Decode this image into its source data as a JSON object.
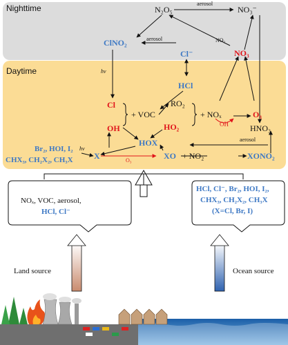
{
  "sections": {
    "night_label": "Nighttime",
    "day_label": "Daytime"
  },
  "species": {
    "n2o5": "N₂O₅",
    "no3_minus": "NO₃⁻",
    "clno2": "ClNO₂",
    "cl_minus_top": "Cl⁻",
    "no3": "NO₃",
    "no2_small": "NO₂",
    "hcl": "HCl",
    "cl": "Cl",
    "voc": "+ VOC",
    "ro2": "RO₂",
    "nox": "+ NOₓ",
    "o3": "O₃",
    "oh": "OH",
    "ho2": "HO₂",
    "oh_small": "OH",
    "hno3": "HNO₃",
    "hox": "HOX",
    "x": "X",
    "xo": "XO",
    "plus_no2": "+ NO₂",
    "xono2": "XONO₂",
    "o3_small": "O₃"
  },
  "arrow_labels": {
    "aerosol_top": "aerosol",
    "aerosol_mid": "aerosol",
    "aerosol_low": "aerosol",
    "hv_left": "hv",
    "hv_bottom": "hv"
  },
  "precursors": {
    "line1": "Br₂, HOI, I₂",
    "line2": "CHX₃, CH₂X₂, CH₃X"
  },
  "land_box": {
    "line1": "NOₓ, VOC, aerosol,",
    "line2": "HCl, Cl⁻"
  },
  "ocean_box": {
    "line1": "HCl, Cl⁻, Br₂, HOI, I₂,",
    "line2": "CHX₃, CH₂X₂, CH₃X",
    "line3": "(X=Cl, Br, I)"
  },
  "sources": {
    "land": "Land source",
    "ocean": "Ocean source"
  },
  "colors": {
    "night_bg": "#dcdcdc",
    "day_bg": "#fbdc95",
    "blue_text": "#3d78c4",
    "red_text": "#e0141b",
    "land_arrow": "#c98b6e",
    "ocean_arrow": "#2f62b0"
  }
}
